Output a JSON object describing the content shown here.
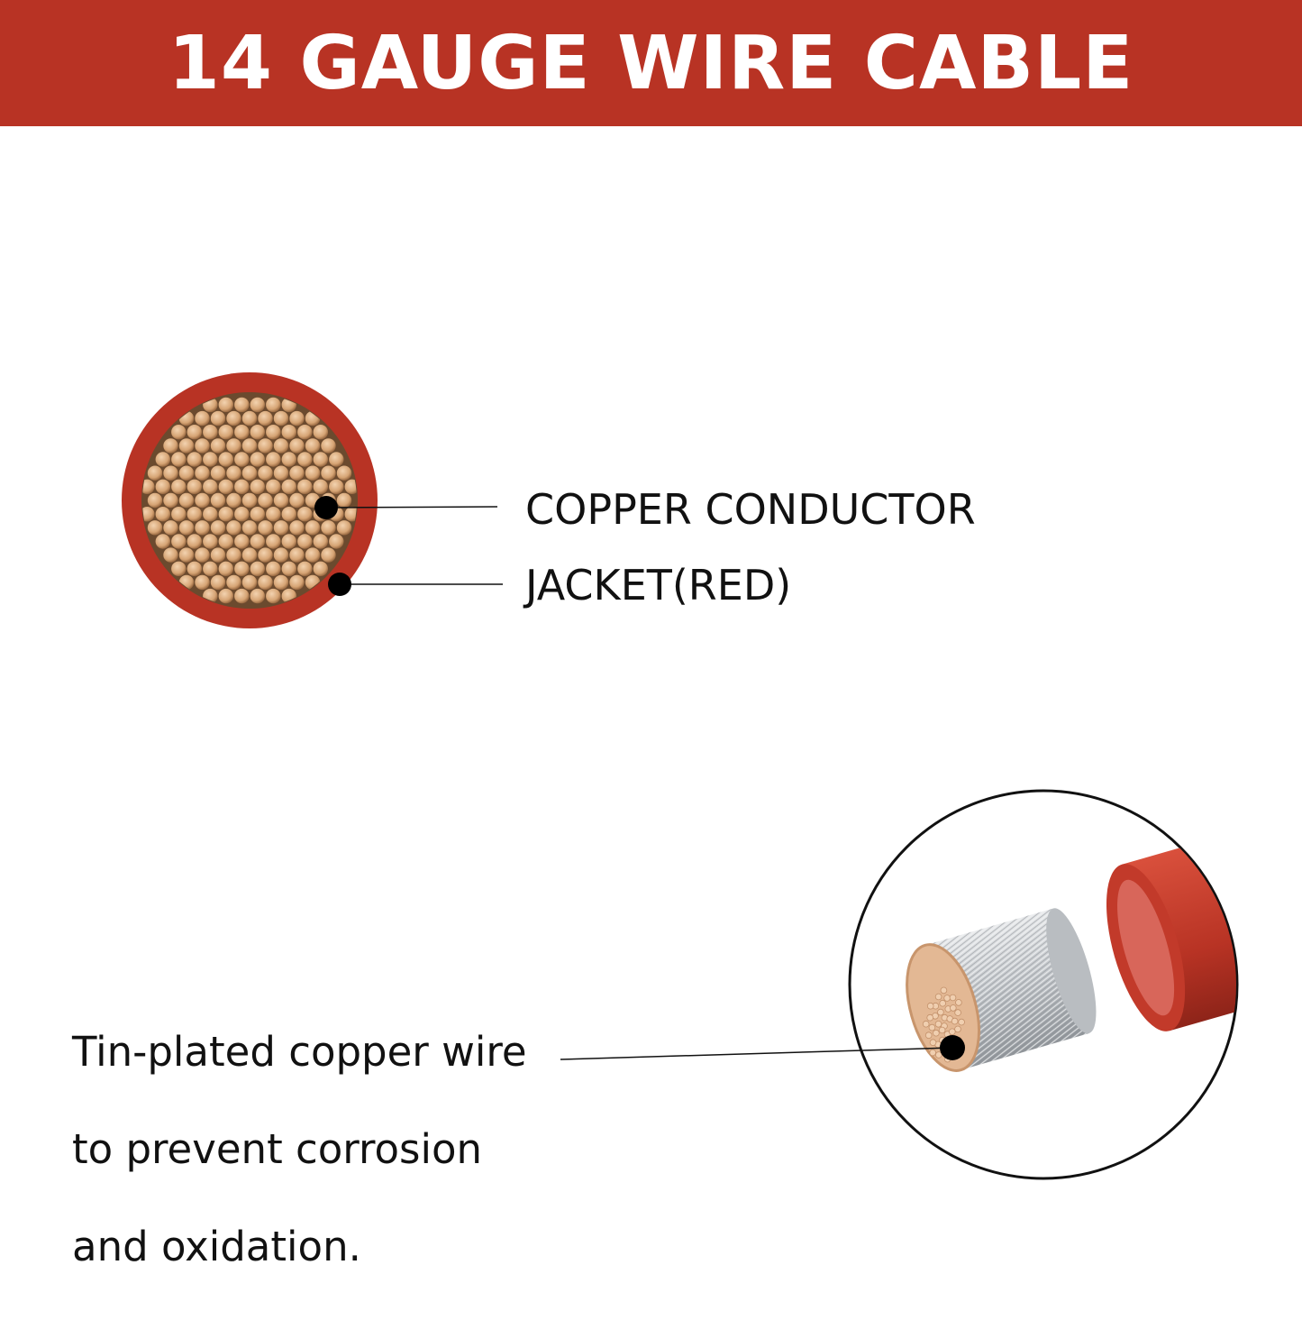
{
  "banner": {
    "title": "14 GAUGE WIRE CABLE"
  },
  "cross_section": {
    "labels": {
      "conductor": "COPPER CONDUCTOR",
      "jacket": "JACKET(RED)"
    }
  },
  "detail": {
    "note_lines": [
      "Tin-plated copper wire",
      "to prevent corrosion",
      "and oxidation."
    ]
  },
  "colors": {
    "banner": "#b83324",
    "jacket": "#b83324",
    "copper": "#d9a87a",
    "tin": "#bfc3c8"
  }
}
